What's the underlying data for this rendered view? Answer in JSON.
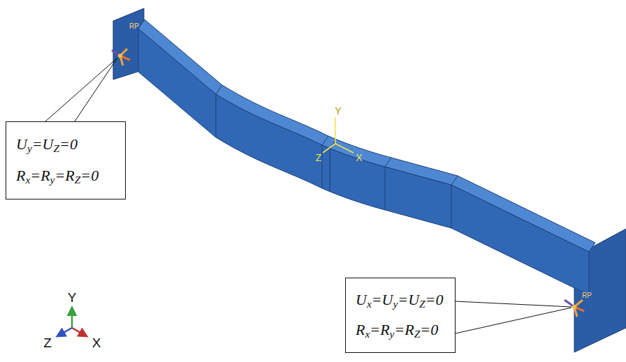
{
  "diagram": {
    "nodes": [
      {
        "text": [
          "Uy=UZ=0",
          "Rx=Ry=RZ=0"
        ]
      },
      {
        "text": [
          "Ux=Uy=UZ=0",
          "Rx=Ry=RZ=0"
        ]
      }
    ],
    "labels": [
      "Y",
      "Z",
      "X",
      "Y",
      "Z",
      "X",
      "RP",
      "RP"
    ]
  }
}
